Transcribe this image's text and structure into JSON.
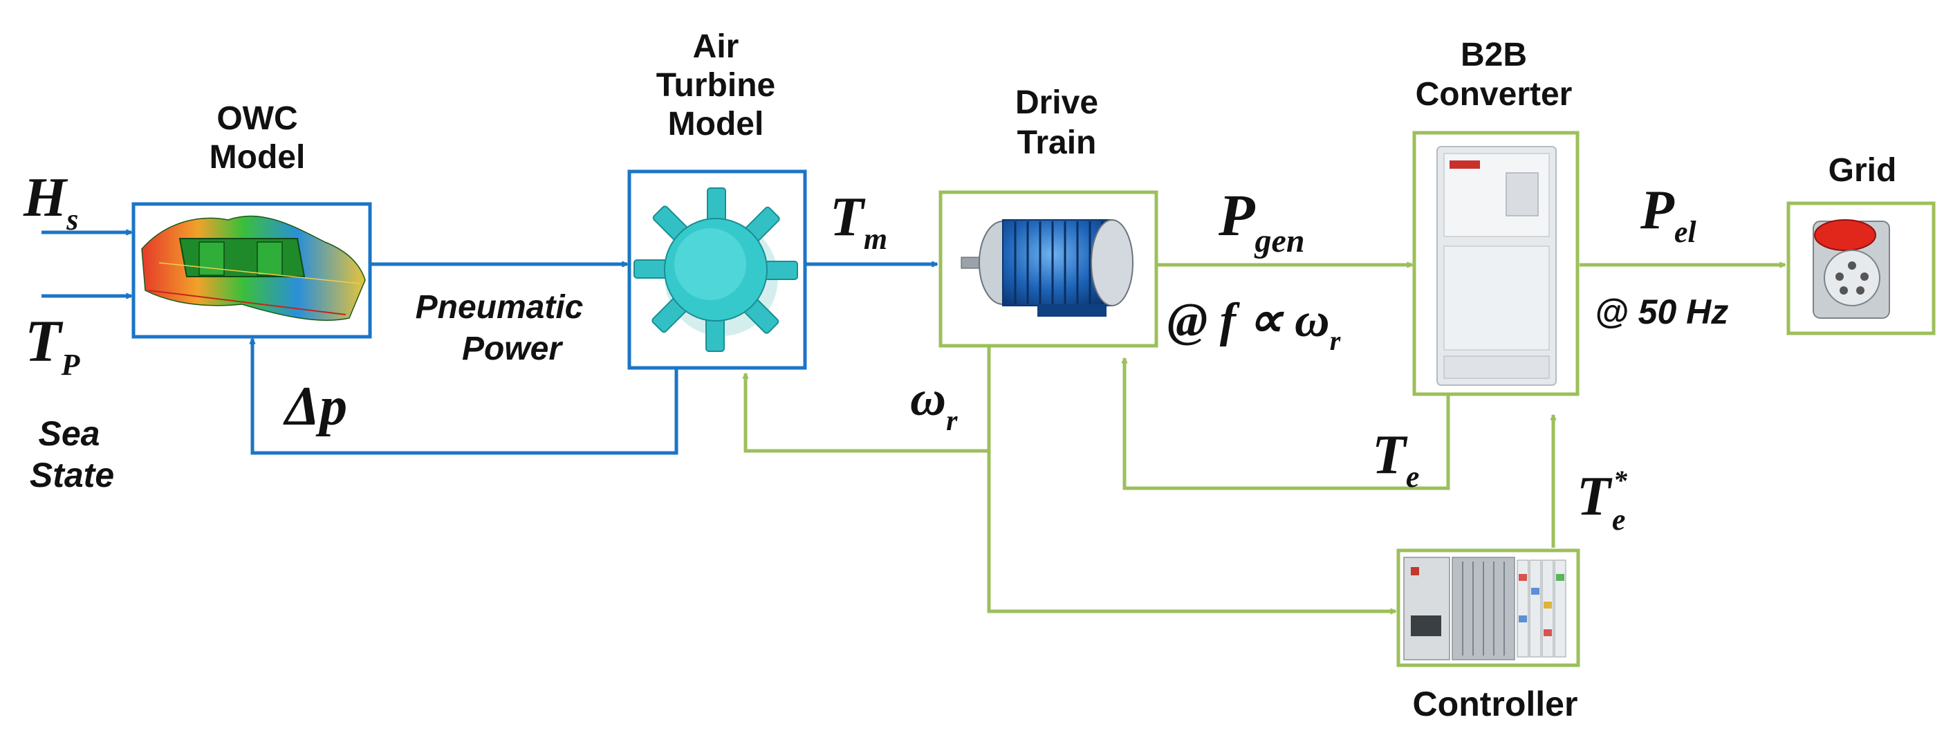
{
  "blocks": {
    "owc": {
      "title_line1": "OWC",
      "title_line2": "Model"
    },
    "turbine": {
      "title_line1": "Air",
      "title_line2": "Turbine",
      "title_line3": "Model"
    },
    "drive": {
      "title_line1": "Drive",
      "title_line2": "Train"
    },
    "converter": {
      "title_line1": "B2B",
      "title_line2": "Converter"
    },
    "grid": {
      "title": "Grid"
    },
    "controller": {
      "title": "Controller"
    }
  },
  "inputs": {
    "hs_main": "H",
    "hs_sub": "s",
    "tp_main": "T",
    "tp_sub": "P",
    "sea_line1": "Sea",
    "sea_line2": "State"
  },
  "signals": {
    "pneumatic_line1": "Pneumatic",
    "pneumatic_line2": "Power",
    "delta_p": "Δp",
    "tm_main": "T",
    "tm_sub": "m",
    "pgen_main": "P",
    "pgen_sub": "gen",
    "freq": "@ f ∝ ω",
    "freq_sub": "r",
    "omega_main": "ω",
    "omega_sub": "r",
    "te_main": "T",
    "te_sub": "e",
    "te_star_main": "T",
    "te_star_sub": "e",
    "te_star_sup": "*",
    "pel_main": "P",
    "pel_sub": "el",
    "hz": "@ 50 Hz"
  },
  "colors": {
    "mechanical_flow": "#1b75c7",
    "electrical_flow": "#9cbf5b"
  }
}
